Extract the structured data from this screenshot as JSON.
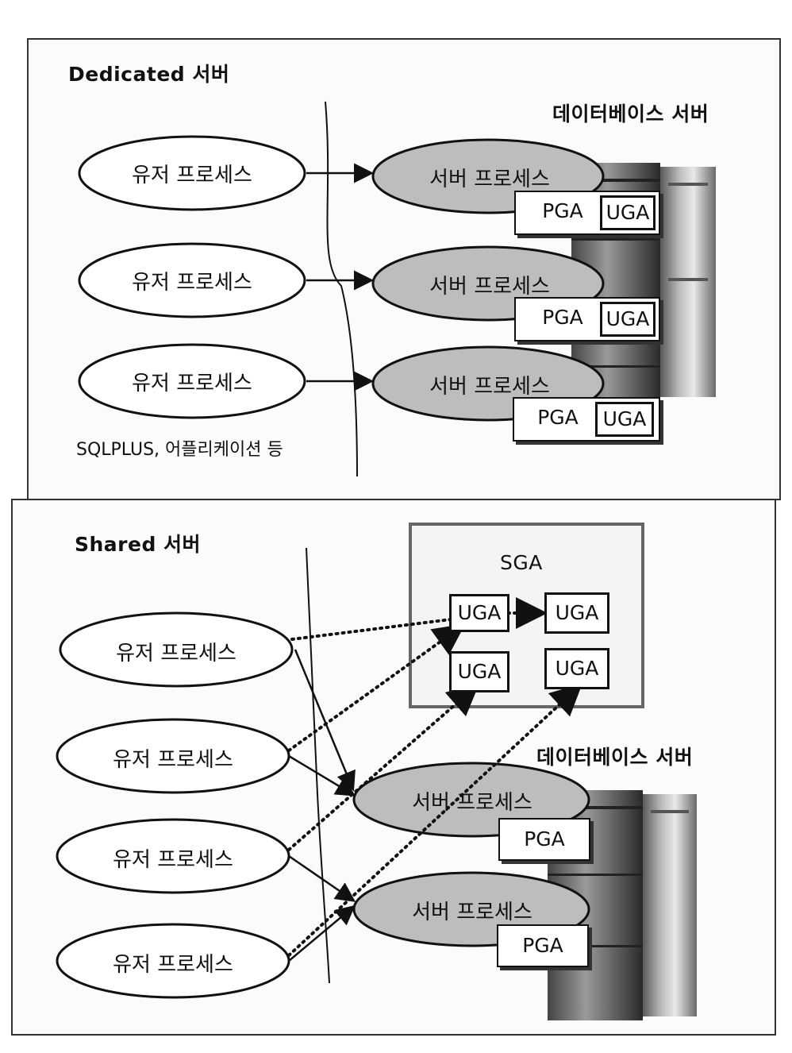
{
  "dedicated": {
    "title": "Dedicated 서버",
    "db_server_label": "데이터베이스 서버",
    "user_process_labels": [
      "유저 프로세스",
      "유저 프로세스",
      "유저 프로세스"
    ],
    "server_process_labels": [
      "서버 프로세스",
      "서버 프로세스",
      "서버 프로세스"
    ],
    "pga_labels": [
      "PGA",
      "PGA",
      "PGA"
    ],
    "uga_labels": [
      "UGA",
      "UGA",
      "UGA"
    ],
    "caption": "SQLPLUS, 어플리케이션 등"
  },
  "shared": {
    "title": "Shared 서버",
    "sga_label": "SGA",
    "sga_uga_labels": [
      "UGA",
      "UGA",
      "UGA",
      "UGA"
    ],
    "db_server_label": "데이터베이스 서버",
    "user_process_labels": [
      "유저 프로세스",
      "유저 프로세스",
      "유저 프로세스",
      "유저 프로세스"
    ],
    "server_process_labels": [
      "서버 프로세스",
      "서버 프로세스"
    ],
    "pga_labels": [
      "PGA",
      "PGA"
    ]
  }
}
